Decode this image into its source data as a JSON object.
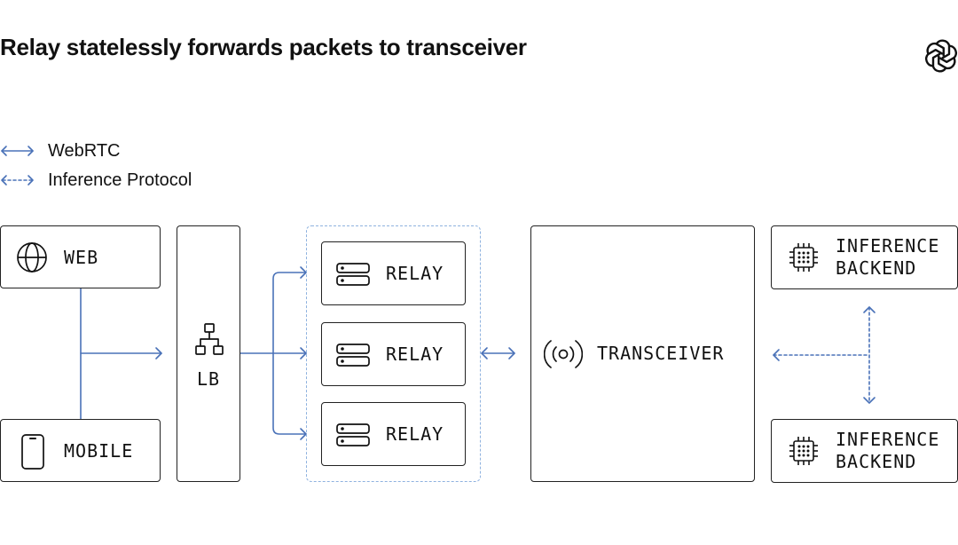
{
  "title": "Relay statelessly forwards packets to transceiver",
  "colors": {
    "connector": "#4a72b8",
    "group_border": "#8fb2df",
    "box_border": "#222222"
  },
  "legend": [
    {
      "label": "WebRTC",
      "style": "solid-double-arrow"
    },
    {
      "label": "Inference Protocol",
      "style": "dashed-double-arrow"
    }
  ],
  "nodes": {
    "web": {
      "label": "WEB",
      "icon": "globe-icon"
    },
    "mobile": {
      "label": "MOBILE",
      "icon": "phone-icon"
    },
    "lb": {
      "label": "LB",
      "icon": "network-tree-icon"
    },
    "relays": [
      {
        "label": "RELAY",
        "icon": "server-icon"
      },
      {
        "label": "RELAY",
        "icon": "server-icon"
      },
      {
        "label": "RELAY",
        "icon": "server-icon"
      }
    ],
    "transceiver": {
      "label": "TRANSCEIVER",
      "icon": "broadcast-icon"
    },
    "backends": [
      {
        "line1": "INFERENCE",
        "line2": "BACKEND",
        "icon": "chip-icon"
      },
      {
        "line1": "INFERENCE",
        "line2": "BACKEND",
        "icon": "chip-icon"
      }
    ]
  },
  "logo": "openai-logo"
}
